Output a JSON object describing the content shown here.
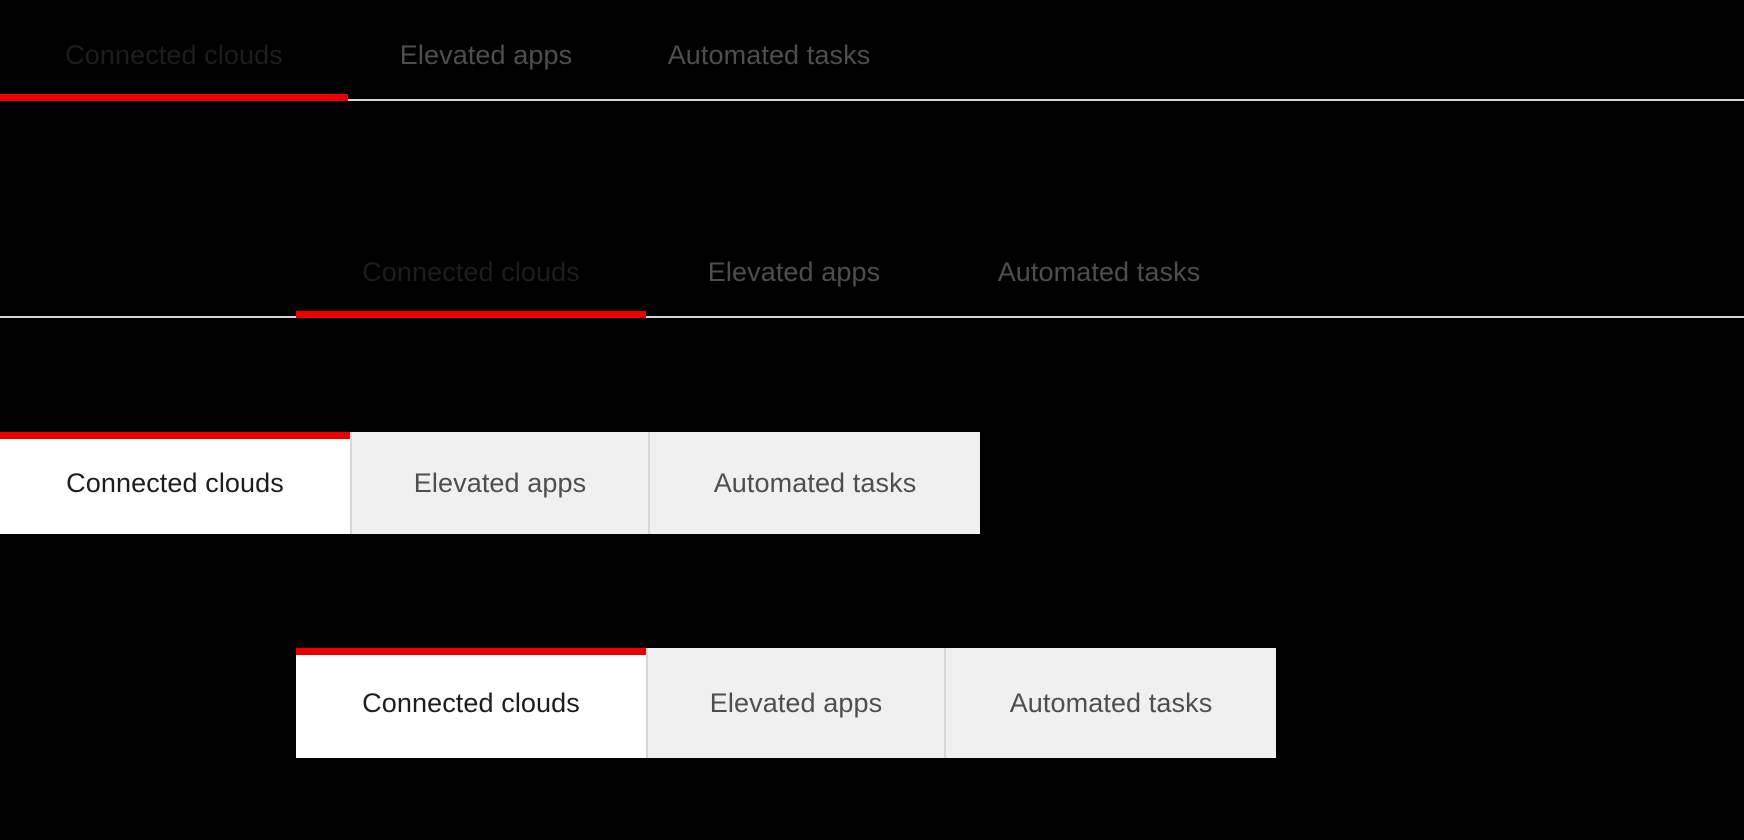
{
  "theme": {
    "background": "#000000",
    "accent": "#ee0000",
    "active_label_color": "#1d1d1d",
    "inactive_label_color": "#4e4e4e",
    "active_card_background": "#ffffff",
    "inactive_card_background": "#f0f0f0",
    "divider_color": "#d6d6d6"
  },
  "tab_labels": {
    "connected_clouds": "Connected clouds",
    "elevated_apps": "Elevated apps",
    "automated_tasks": "Automated tasks"
  },
  "variants": [
    {
      "id": "variant-1",
      "style": "underline",
      "alignment": "left",
      "tabs": [
        {
          "label": "Connected clouds",
          "state": "active"
        },
        {
          "label": "Elevated apps",
          "state": "inactive"
        },
        {
          "label": "Automated tasks",
          "state": "inactive"
        }
      ]
    },
    {
      "id": "variant-2",
      "style": "underline",
      "alignment": "indented",
      "tabs": [
        {
          "label": "Connected clouds",
          "state": "active"
        },
        {
          "label": "Elevated apps",
          "state": "inactive"
        },
        {
          "label": "Automated tasks",
          "state": "inactive"
        }
      ]
    },
    {
      "id": "variant-3",
      "style": "card",
      "alignment": "left",
      "tabs": [
        {
          "label": "Connected clouds",
          "state": "active"
        },
        {
          "label": "Elevated apps",
          "state": "inactive"
        },
        {
          "label": "Automated tasks",
          "state": "inactive"
        }
      ]
    },
    {
      "id": "variant-4",
      "style": "card",
      "alignment": "indented",
      "tabs": [
        {
          "label": "Connected clouds",
          "state": "active"
        },
        {
          "label": "Elevated apps",
          "state": "inactive"
        },
        {
          "label": "Automated tasks",
          "state": "inactive"
        }
      ]
    }
  ]
}
